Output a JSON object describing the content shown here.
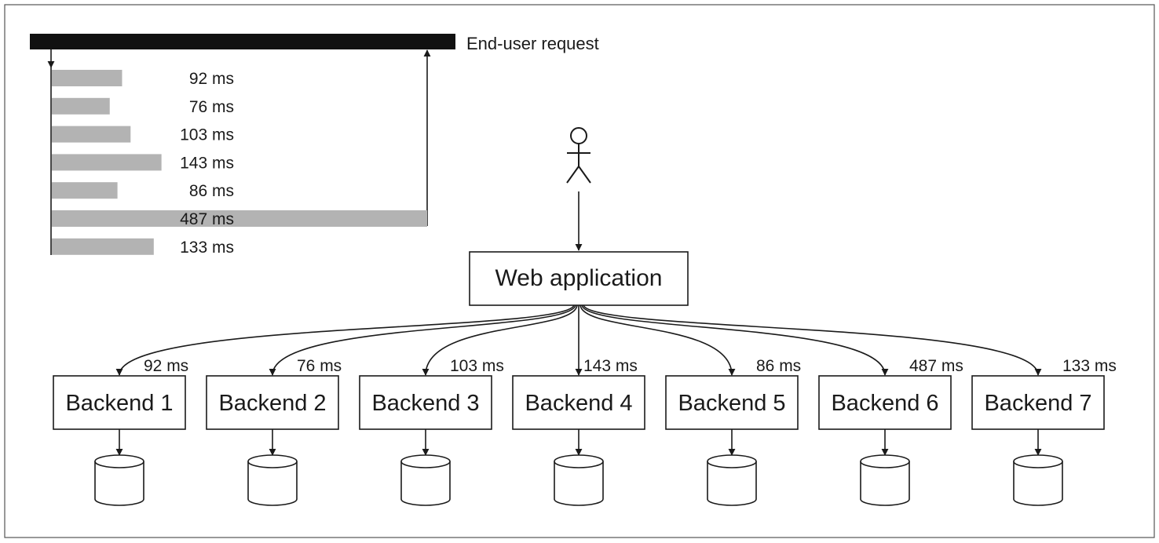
{
  "request": {
    "label": "End-user request",
    "total_ms": 487
  },
  "calls": [
    {
      "backend": "Backend 1",
      "ms": 92,
      "label": "92 ms"
    },
    {
      "backend": "Backend 2",
      "ms": 76,
      "label": "76 ms"
    },
    {
      "backend": "Backend 3",
      "ms": 103,
      "label": "103 ms"
    },
    {
      "backend": "Backend 4",
      "ms": 143,
      "label": "143 ms"
    },
    {
      "backend": "Backend 5",
      "ms": 86,
      "label": "86 ms"
    },
    {
      "backend": "Backend 6",
      "ms": 487,
      "label": "487 ms"
    },
    {
      "backend": "Backend 7",
      "ms": 133,
      "label": "133 ms"
    }
  ],
  "web_app": {
    "label": "Web application"
  },
  "icons": {
    "user": "user-icon",
    "database": "database-icon"
  },
  "colors": {
    "request_bar": "#111111",
    "call_bar": "#b3b3b3",
    "stroke": "#1a1a1a"
  }
}
